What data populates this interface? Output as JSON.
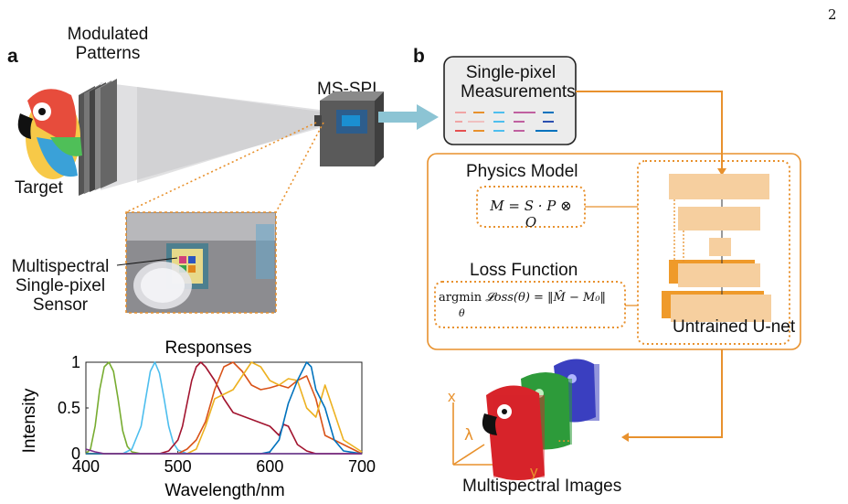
{
  "page_number": "2",
  "panel_a": {
    "label": "a",
    "patterns_label_1": "Modulated",
    "patterns_label_2": "Patterns",
    "target_label": "Target",
    "device_label": "MS-SPI",
    "sensor_label_1": "Multispectral",
    "sensor_label_2": "Single-pixel",
    "sensor_label_3": "Sensor",
    "chart_title": "Responses"
  },
  "panel_b": {
    "label": "b",
    "measurements_label_1": "Single-pixel",
    "measurements_label_2": "Measurements",
    "physics_title": "Physics Model",
    "physics_formula": "M = S · P ⊗ O",
    "loss_title": "Loss Function",
    "loss_formula_op": "argmin",
    "loss_formula_sub": "θ",
    "loss_formula_body": "𝓛oss(θ) = ‖M̂ − M₀‖",
    "unet_label": "Untrained U-net",
    "axis_x": "x",
    "axis_y": "y",
    "axis_lambda": "λ",
    "ellipsis": "...",
    "output_label": "Multispectral Images"
  },
  "colors": {
    "orange": "#e8912d",
    "unet_block": "#f6cf9f",
    "unet_dark": "#ef9a2a",
    "arrow_blue": "#8cc4d4",
    "red_img": "#d8242a",
    "green_img": "#2e9b3a",
    "blue_img": "#3a3fc0"
  },
  "chart_data": {
    "type": "line",
    "title": "Responses",
    "xlabel": "Wavelength/nm",
    "ylabel": "Intensity",
    "xlim": [
      400,
      700
    ],
    "ylim": [
      0,
      1
    ],
    "xticks": [
      "400",
      "500",
      "600",
      "700"
    ],
    "yticks": [
      "0",
      "0.5",
      "1"
    ],
    "series": [
      {
        "color": "#77ac30",
        "x": [
          400,
          405,
          410,
          415,
          420,
          425,
          430,
          435,
          440,
          445,
          450,
          460,
          480,
          700
        ],
        "y": [
          0,
          0.05,
          0.3,
          0.7,
          0.95,
          1,
          0.9,
          0.6,
          0.25,
          0.08,
          0.02,
          0,
          0,
          0
        ]
      },
      {
        "color": "#4dbeee",
        "x": [
          400,
          440,
          450,
          460,
          465,
          470,
          475,
          480,
          485,
          490,
          495,
          500,
          510,
          700
        ],
        "y": [
          0,
          0,
          0.05,
          0.3,
          0.6,
          0.9,
          1,
          0.88,
          0.6,
          0.3,
          0.12,
          0.04,
          0,
          0
        ]
      },
      {
        "color": "#a2142f",
        "x": [
          400,
          480,
          490,
          500,
          505,
          510,
          515,
          520,
          525,
          530,
          540,
          550,
          560,
          600,
          610,
          615,
          620,
          625,
          630,
          640,
          650,
          700
        ],
        "y": [
          0,
          0,
          0.03,
          0.15,
          0.3,
          0.55,
          0.8,
          0.95,
          1,
          0.95,
          0.8,
          0.6,
          0.45,
          0.3,
          0.2,
          0.32,
          0.3,
          0.2,
          0.1,
          0.03,
          0,
          0
        ]
      },
      {
        "color": "#d95319",
        "x": [
          400,
          500,
          510,
          520,
          530,
          540,
          550,
          560,
          570,
          580,
          590,
          600,
          610,
          620,
          630,
          640,
          650,
          660,
          700
        ],
        "y": [
          0,
          0,
          0.05,
          0.15,
          0.35,
          0.7,
          0.95,
          1,
          0.9,
          0.75,
          0.7,
          0.72,
          0.75,
          0.72,
          0.8,
          0.85,
          0.6,
          0.2,
          0
        ]
      },
      {
        "color": "#edb120",
        "x": [
          400,
          510,
          520,
          530,
          540,
          550,
          560,
          570,
          580,
          590,
          600,
          610,
          620,
          630,
          640,
          650,
          660,
          670,
          680,
          700
        ],
        "y": [
          0,
          0,
          0.05,
          0.3,
          0.6,
          0.65,
          0.7,
          0.85,
          1,
          0.95,
          0.8,
          0.75,
          0.82,
          0.8,
          0.5,
          0.4,
          0.75,
          0.45,
          0.15,
          0.02
        ]
      },
      {
        "color": "#0072bd",
        "x": [
          400,
          590,
          600,
          610,
          620,
          630,
          640,
          645,
          650,
          660,
          670,
          680,
          700
        ],
        "y": [
          0,
          0,
          0.02,
          0.15,
          0.55,
          0.8,
          1,
          0.95,
          0.7,
          0.5,
          0.15,
          0.03,
          0
        ]
      },
      {
        "color": "#7e2f8e",
        "x": [
          400,
          410,
          420,
          700
        ],
        "y": [
          0.05,
          0.02,
          0,
          0
        ]
      }
    ]
  }
}
